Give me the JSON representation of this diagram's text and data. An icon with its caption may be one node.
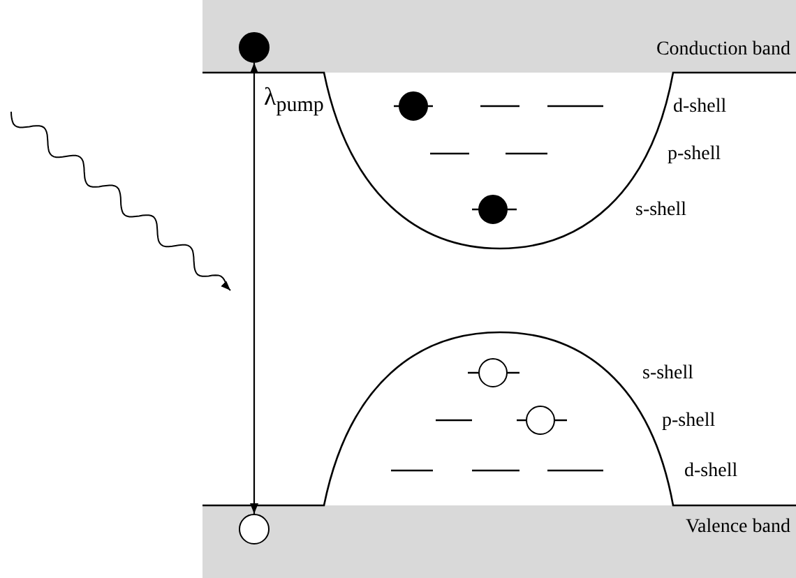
{
  "diagram": {
    "nodes": [
      {
        "text": [
          "Conduction band"
        ]
      },
      {
        "text": [],
        "shape": "circle",
        "in": 0
      },
      {
        "text": [],
        "shape": "circle",
        "in": 3
      },
      {
        "text": [
          "Valence band"
        ]
      }
    ],
    "edges": [
      {
        "from": 1,
        "to": 2,
        "arrow": "both"
      }
    ],
    "labels": [
      "λ$_{pump}$",
      "d-shell",
      "p-shell",
      "s-shell",
      "s-shell",
      "p-shell",
      "d-shell"
    ]
  }
}
